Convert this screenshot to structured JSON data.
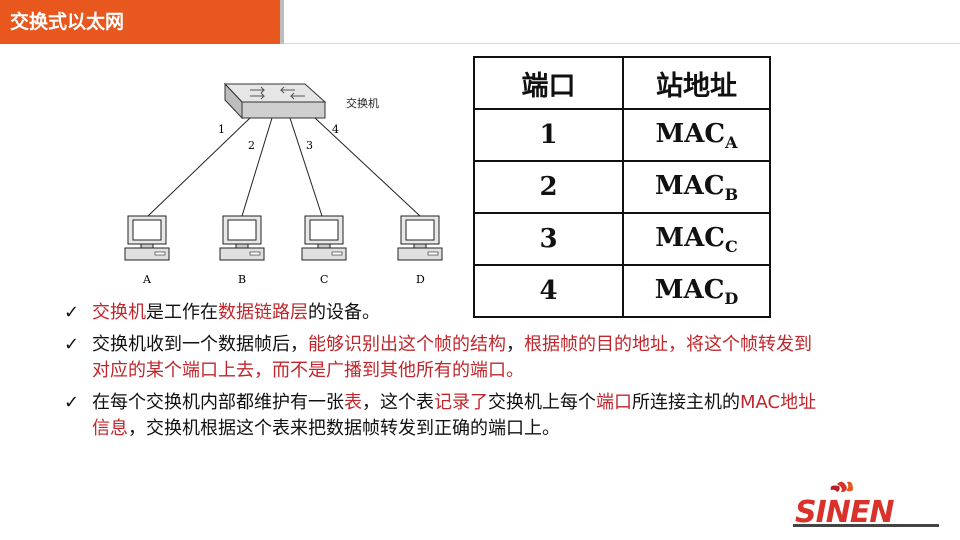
{
  "header": {
    "title": "交换式以太网"
  },
  "diagram": {
    "switch_label": "交换机",
    "ports": [
      "1",
      "2",
      "3",
      "4"
    ],
    "hosts": [
      "A",
      "B",
      "C",
      "D"
    ]
  },
  "table": {
    "headers": [
      "端口",
      "站地址"
    ],
    "rows": [
      {
        "port": "1",
        "mac": "MAC",
        "sub": "A"
      },
      {
        "port": "2",
        "mac": "MAC",
        "sub": "B"
      },
      {
        "port": "3",
        "mac": "MAC",
        "sub": "C"
      },
      {
        "port": "4",
        "mac": "MAC",
        "sub": "D"
      }
    ]
  },
  "bullets": {
    "b1": {
      "p1": "交换机",
      "p2": "是工作在",
      "p3": "数据链路层",
      "p4": "的设备。"
    },
    "b2": {
      "p1": "交换机收到一个数据帧后，",
      "p2": "能够识别出这个帧的结构",
      "p3": "，",
      "p4": "根据帧的目的地址，将这个帧转发到对应的某个端口上去，而不是广播到其他所有的端口。"
    },
    "b3": {
      "p1": "在每个交换机内部都维护有一张",
      "p2": "表",
      "p3": "，这个表",
      "p4": "记录了",
      "p5": "交换机上每个",
      "p6": "端口",
      "p7": "所连接主机的",
      "p8": "MAC地址信息",
      "p9": "，交换机根据这个表来把数据帧转发到正确的端口上。"
    }
  },
  "logo": {
    "text": "SINEN"
  },
  "colors": {
    "accent": "#e8571e",
    "highlight": "#c0272d"
  }
}
